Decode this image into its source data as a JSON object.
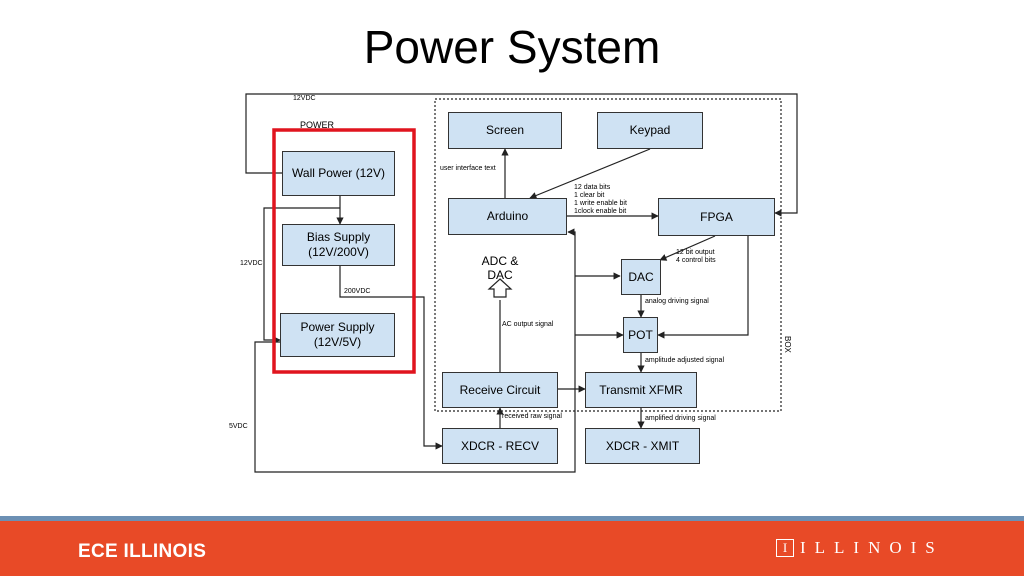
{
  "slide": {
    "title": "Power System",
    "footer_left": "ECE ILLINOIS",
    "footer_right": "ILLINOIS",
    "logo_glyph": "I"
  },
  "colors": {
    "box_fill": "#cfe2f3",
    "highlight": "#e0141e",
    "footer": "#e84a27",
    "footer_stripe": "#6c90b4"
  },
  "diagram": {
    "power_group_label": "POWER",
    "box_label": "BOX",
    "blocks": {
      "wall_power": "Wall Power (12V)",
      "bias_supply": "Bias Supply\n(12V/200V)",
      "power_supply": "Power Supply\n(12V/5V)",
      "screen": "Screen",
      "keypad": "Keypad",
      "arduino": "Arduino",
      "fpga": "FPGA",
      "dac": "DAC",
      "pot": "POT",
      "receive_circuit": "Receive Circuit",
      "transmit_xfmr": "Transmit XFMR",
      "xdcr_recv": "XDCR - RECV",
      "xdcr_xmit": "XDCR - XMIT"
    },
    "labels": {
      "top_12vdc": "12VDC",
      "left_12vdc": "12VDC",
      "v200dc": "200VDC",
      "v5dc": "5VDC",
      "user_interface_text": "user interface text",
      "bus_bits": "12 data bits\n1 clear bit\n1 write enable bit\n1clock enable bit",
      "fpga_dac_bits": "12 bit output\n4 control bits",
      "analog_driving": "analog driving signal",
      "amplitude_adjusted": "amplitude adjusted signal",
      "amplified_driving": "amplified driving signal",
      "received_raw": "received raw signal",
      "ac_output": "AC output signal",
      "adc_dac": "ADC &\nDAC"
    }
  }
}
